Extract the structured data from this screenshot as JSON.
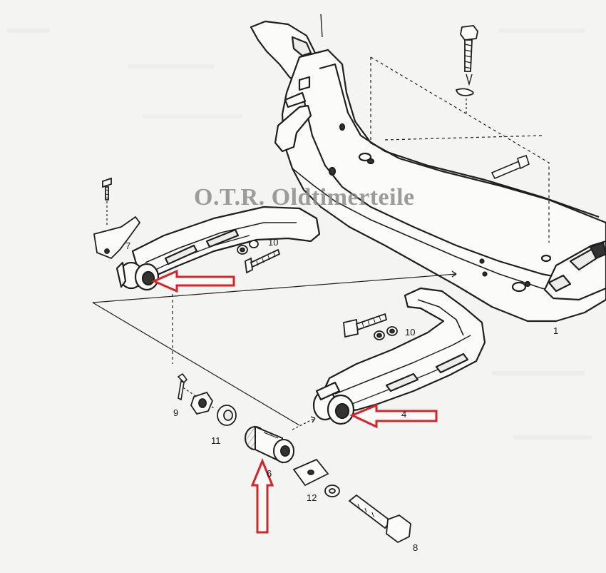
{
  "watermark": "O.T.R. Oldtimerteile",
  "part_labels": [
    "1",
    "4",
    "6",
    "7",
    "8",
    "9",
    "10",
    "10",
    "11",
    "12"
  ],
  "colors": {
    "line": "#1f1f1f",
    "arrow": "#d8232a",
    "background": "#f4f4f2",
    "watermark": "#8c8c8c"
  },
  "arrows": [
    {
      "target": "bushing on arm 7",
      "direction": "left"
    },
    {
      "target": "bushing on arm 4",
      "direction": "left"
    },
    {
      "target": "bushing 6",
      "direction": "up"
    }
  ]
}
